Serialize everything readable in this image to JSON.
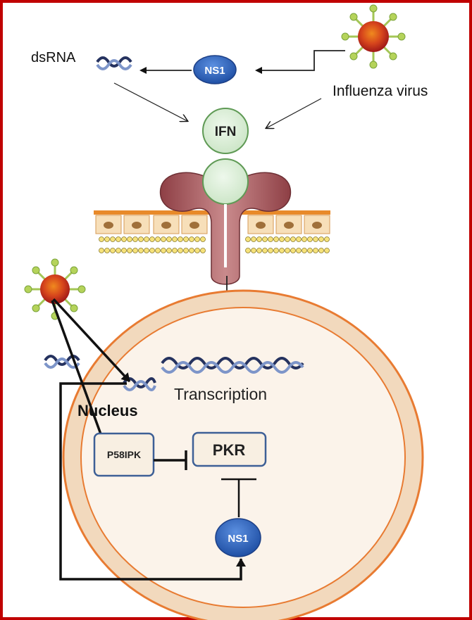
{
  "labels": {
    "dsrna": "dsRNA",
    "ns1_top": "NS1",
    "influenza": "Influenza virus",
    "ifn": "IFN",
    "transcription": "Transcription",
    "nucleus": "Nucleus",
    "p58ipk": "P58IPK",
    "pkr": "PKR",
    "ns1_bottom": "NS1"
  },
  "colors": {
    "frame": "#c00000",
    "ns1_fill": "#2e67c2",
    "ifn_fill": "#d6ecd2",
    "ifn_stroke": "#5f9a55",
    "receptor": "#a45a5e",
    "nucleus_ring": "#f2d9bd",
    "nucleus_border": "#e87b32",
    "nucleus_inner": "#fbf3ea",
    "box_fill": "#f8efe2",
    "box_stroke": "#3d5f96",
    "membrane_top": "#e88a2a",
    "virus_core": "#c52020",
    "virus_spike": "#8fc43f"
  },
  "icons": [
    "virus-icon",
    "dsrna-icon",
    "receptor-icon",
    "membrane-icon",
    "dna-icon"
  ]
}
